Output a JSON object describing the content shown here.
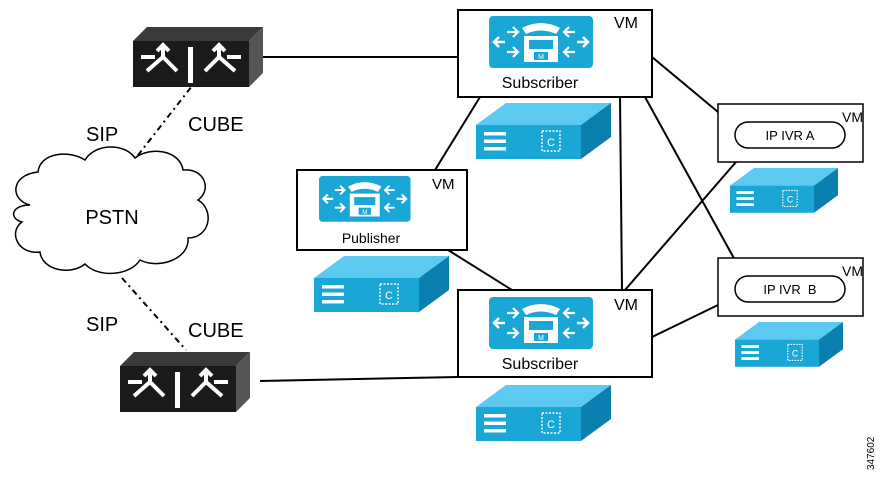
{
  "labels": {
    "pstn": "PSTN",
    "sip_top": "SIP",
    "sip_bottom": "SIP",
    "cube_top": "CUBE",
    "cube_bottom": "CUBE",
    "vm": "VM",
    "subscriber_top": "Subscriber",
    "subscriber_bottom": "Subscriber",
    "publisher": "Publisher",
    "ivr_a": "IP IVR A",
    "ivr_b": "IP IVR  B",
    "figure_id": "347602"
  },
  "colors": {
    "cisco_blue": "#1aa7d6",
    "cisco_blue_dark": "#0b7fb0",
    "cisco_blue_light": "#5ccaf0",
    "router_black": "#1a1a1a",
    "line": "#000000"
  },
  "icons": {
    "router": "cube-router-icon",
    "call_manager": "unified-cm-icon",
    "server": "ucs-server-icon",
    "cloud": "pstn-cloud-icon"
  }
}
